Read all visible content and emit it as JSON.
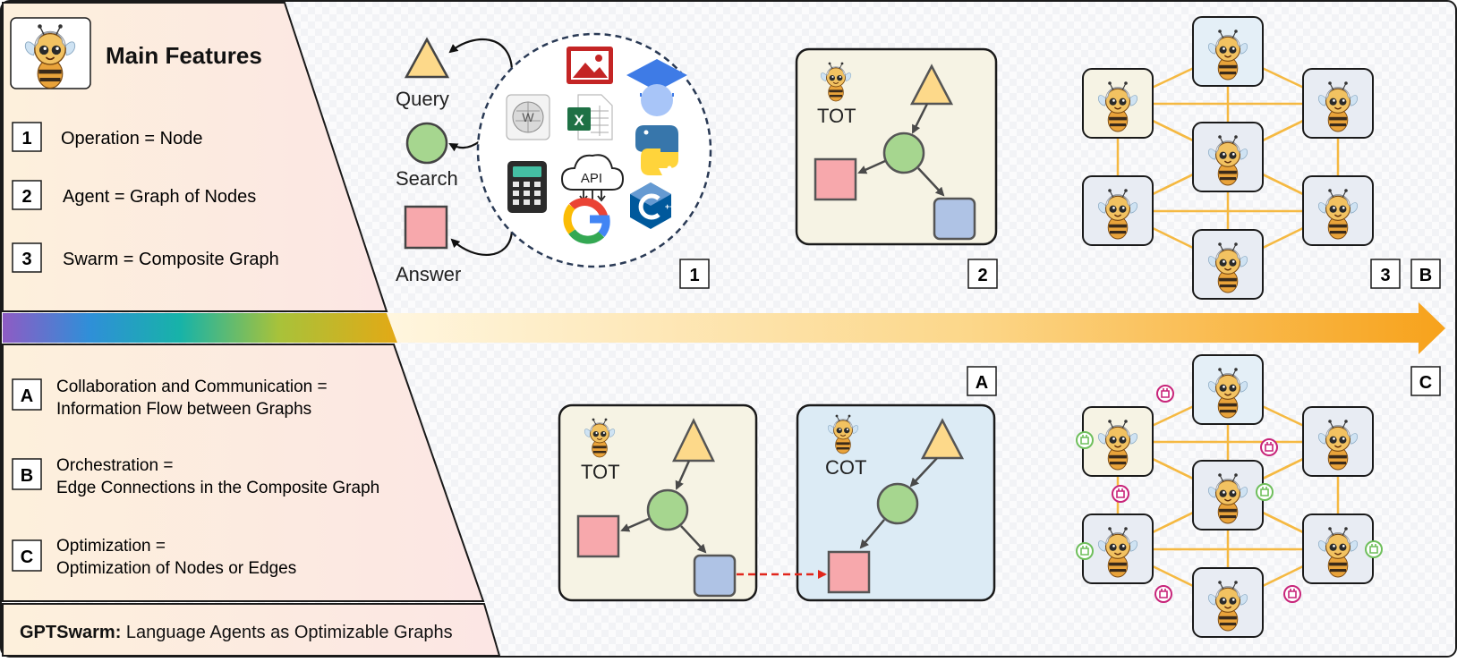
{
  "header": {
    "title": "Main Features"
  },
  "features": [
    {
      "id": "1",
      "text": "Operation = Node"
    },
    {
      "id": "2",
      "text": "Agent = Graph of Nodes"
    },
    {
      "id": "3",
      "text": "Swarm = Composite Graph"
    }
  ],
  "capabilities": [
    {
      "id": "A",
      "line1": "Collaboration and Communication =",
      "line2": "Information Flow between Graphs"
    },
    {
      "id": "B",
      "line1": "Orchestration =",
      "line2": "Edge Connections in the Composite Graph"
    },
    {
      "id": "C",
      "line1": "Optimization =",
      "line2": "Optimization of Nodes or Edges"
    }
  ],
  "footer": {
    "brand": "GPTSwarm:",
    "tagline": "Language Agents as Optimizable Graphs"
  },
  "panel1": {
    "query_label": "Query",
    "search_label": "Search",
    "answer_label": "Answer",
    "api_label": "API",
    "tool_icons": [
      "wikipedia-icon",
      "image-icon",
      "graduation-cap-icon",
      "excel-icon",
      "python-icon",
      "calculator-icon",
      "api-cloud-icon",
      "google-icon",
      "cpp-icon"
    ]
  },
  "panel2": {
    "agent_label": "TOT"
  },
  "panelA": {
    "agent1_label": "TOT",
    "agent2_label": "COT"
  },
  "tags": {
    "p1": "1",
    "p2": "2",
    "p3": "3",
    "pB": "B",
    "pA": "A",
    "pC": "C"
  },
  "colors": {
    "triangle": "#FDD98A",
    "circle": "#A6D68F",
    "square_red": "#F7A8AC",
    "square_blue": "#AFC3E5",
    "graph_edge": "#F5B942",
    "panel_cream": "#F6F3E4",
    "panel_blue": "#DCEBF5",
    "arrow_orange": "#F7A21B",
    "optimize_magenta": "#C8247A",
    "optimize_green": "#6FBF5C"
  }
}
